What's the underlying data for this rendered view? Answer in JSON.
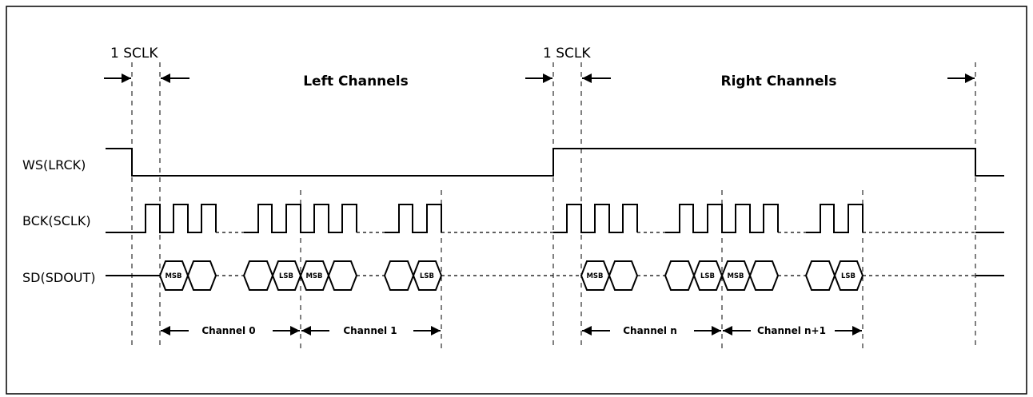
{
  "sclk_labels": [
    "1 SCLK",
    "1 SCLK"
  ],
  "section_titles": {
    "left": "Left Channels",
    "right": "Right Channels"
  },
  "signals": {
    "ws": "WS(LRCK)",
    "bck": "BCK(SCLK)",
    "sd": "SD(SDOUT)"
  },
  "bit_tags": {
    "msb": "MSB",
    "lsb": "LSB"
  },
  "channels": [
    "Channel 0",
    "Channel 1",
    "Channel n",
    "Channel n+1"
  ]
}
